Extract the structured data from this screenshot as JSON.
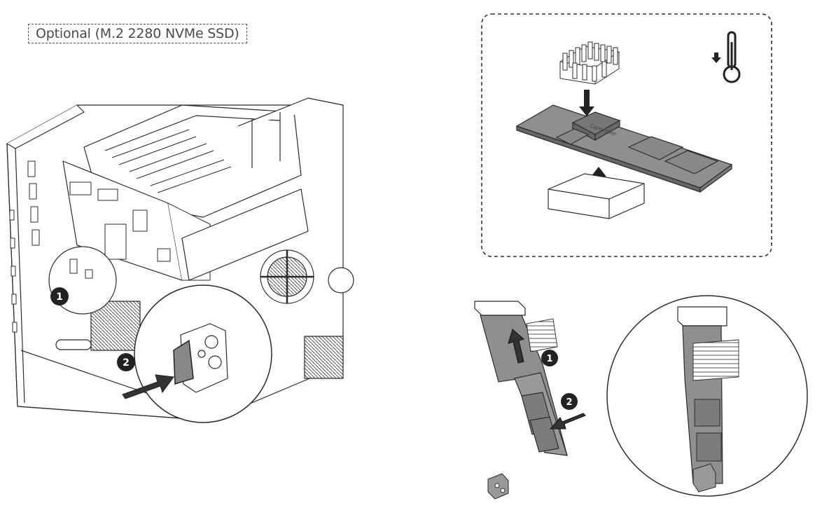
{
  "header": {
    "option_label": "Optional (M.2 2280 NVMe SSD)"
  },
  "thermal_panel": {
    "controller_label": "Controller",
    "icons": [
      "heatsink-icon",
      "thermometer-cooling-icon",
      "thermal-pad-icon"
    ]
  },
  "steps": {
    "chassis_step_1": "1",
    "chassis_step_2": "2",
    "card_step_1": "1",
    "card_step_2": "2"
  },
  "colors": {
    "line": "#2b2b2b",
    "ssd_fill": "#8f8f8f",
    "chip_fill": "#777777",
    "arrow_fill": "#333333",
    "badge_fill": "#222222",
    "badge_text": "#ffffff"
  }
}
